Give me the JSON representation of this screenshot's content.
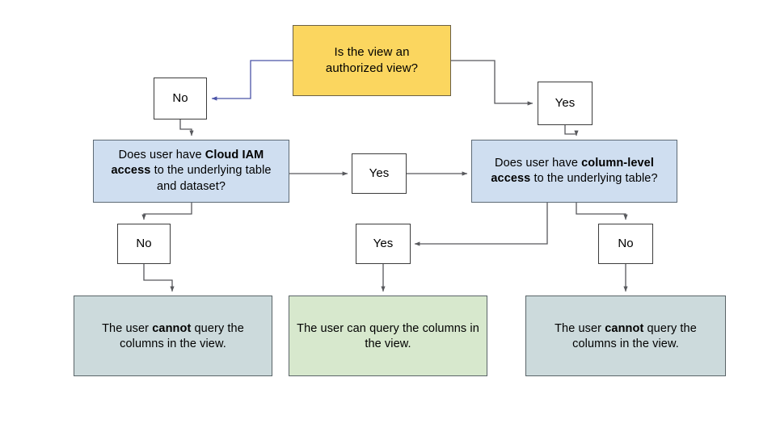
{
  "diagram": {
    "title": "Authorized view and column-level access decision flow",
    "background": "#ffffff",
    "colors": {
      "start_fill": "#fbd65f",
      "start_stroke": "#6b6045",
      "decision_fill": "#cfdef0",
      "decision_stroke": "#5d6a75",
      "result_gray_fill": "#ccdadc",
      "result_green_fill": "#d7e8cd",
      "result_stroke": "#5a6468",
      "label_fill": "#ffffff",
      "label_stroke": "#3c3c3c",
      "edge_stroke": "#57585c",
      "edge_stroke_accent": "#4a53a8"
    },
    "nodes": {
      "start": {
        "label": "Is the view an authorized view?",
        "line1": "Is the view an",
        "line2": "authorized view?"
      },
      "no_top": {
        "label": "No"
      },
      "yes_top": {
        "label": "Yes"
      },
      "iam": {
        "label": "Does user have Cloud IAM access to the underlying table and dataset?",
        "part1": "Does user have ",
        "bold": "Cloud IAM access",
        "part2": " to the underlying table and dataset?"
      },
      "yes_mid": {
        "label": "Yes"
      },
      "column": {
        "label": "Does user have column-level access to the underlying table?",
        "part1": "Does user have ",
        "bold": "column-level access",
        "part2": " to the underlying table?"
      },
      "no_left": {
        "label": "No"
      },
      "yes_low": {
        "label": "Yes"
      },
      "no_right": {
        "label": "No"
      },
      "result_left": {
        "label": "The user cannot query the columns in the view.",
        "part1": "The user ",
        "bold": "cannot",
        "part2": " query the columns in the view."
      },
      "result_middle": {
        "label": "The user can query the columns in the view.",
        "part1": "The user can query the columns in the view.",
        "bold": "",
        "part2": ""
      },
      "result_right": {
        "label": "The user cannot query the columns in the view.",
        "part1": "The user ",
        "bold": "cannot",
        "part2": " query the columns in the view."
      }
    },
    "edges": [
      {
        "from": "start",
        "to": "no_top",
        "label": ""
      },
      {
        "from": "start",
        "to": "yes_top",
        "label": ""
      },
      {
        "from": "no_top",
        "to": "iam",
        "label": ""
      },
      {
        "from": "yes_top",
        "to": "column",
        "label": ""
      },
      {
        "from": "iam",
        "to": "yes_mid",
        "label": ""
      },
      {
        "from": "yes_mid",
        "to": "column",
        "label": ""
      },
      {
        "from": "iam",
        "to": "no_left",
        "label": ""
      },
      {
        "from": "no_left",
        "to": "result_left",
        "label": ""
      },
      {
        "from": "column",
        "to": "yes_low",
        "label": ""
      },
      {
        "from": "yes_low",
        "to": "result_middle",
        "label": ""
      },
      {
        "from": "column",
        "to": "no_right",
        "label": ""
      },
      {
        "from": "no_right",
        "to": "result_right",
        "label": ""
      }
    ]
  }
}
